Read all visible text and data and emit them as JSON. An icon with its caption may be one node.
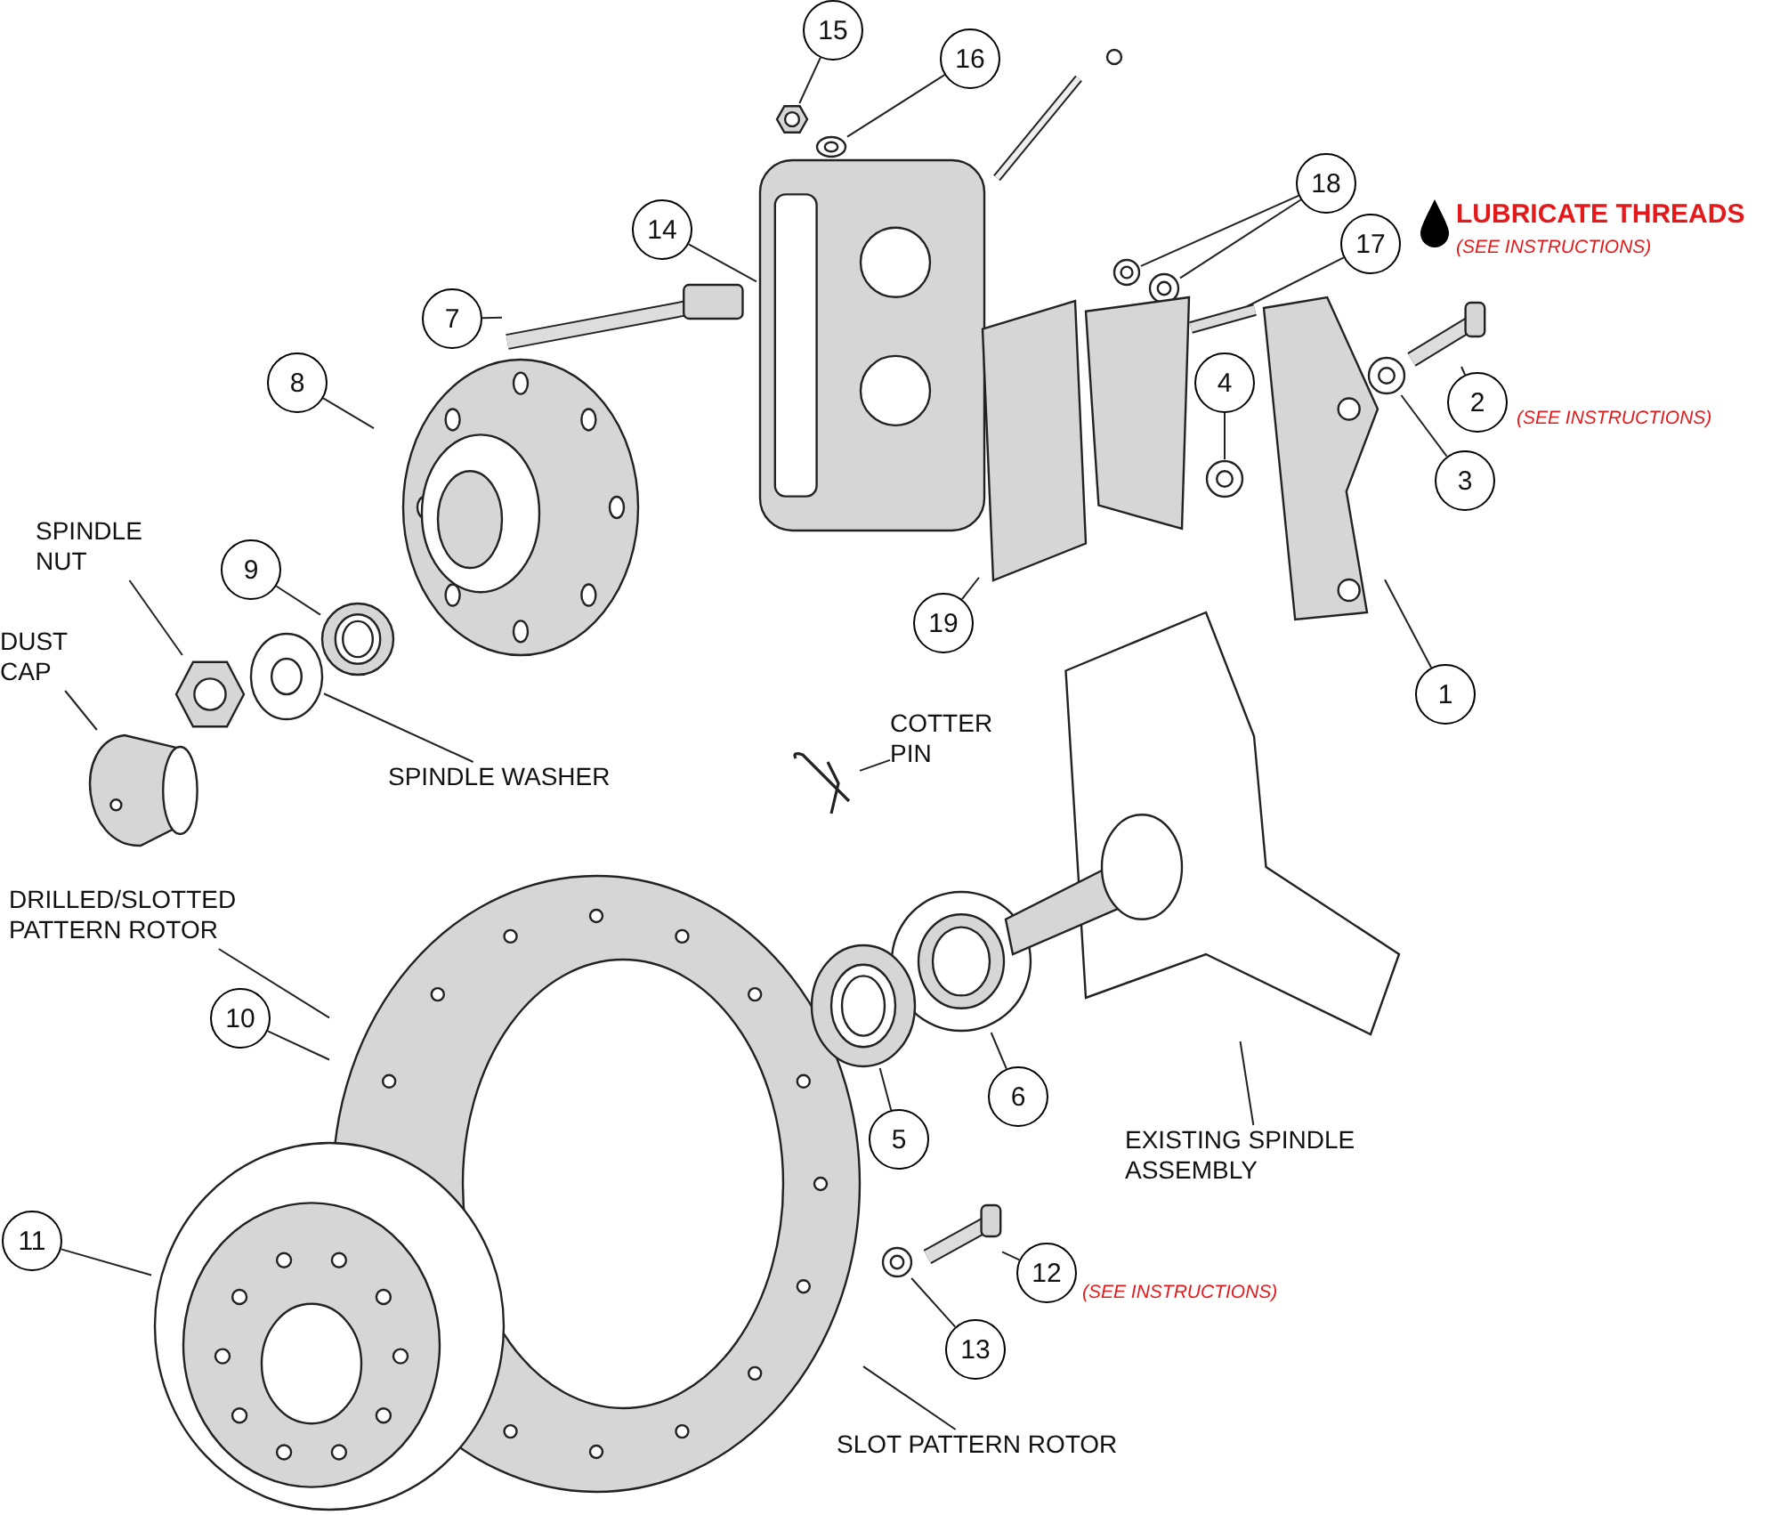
{
  "diagram": {
    "nodes": [
      {
        "text": [
          "15"
        ]
      },
      {
        "text": [
          "16"
        ]
      },
      {
        "text": [
          "14"
        ]
      },
      {
        "text": [
          "18"
        ]
      },
      {
        "text": [
          "17"
        ],
        "beside": [
          "LUBRICATE THREADS",
          "(SEE INSTRUCTIONS)"
        ]
      },
      {
        "text": [
          "7"
        ]
      },
      {
        "text": [
          "8"
        ]
      },
      {
        "text": [
          "2"
        ],
        "beside": [
          "(SEE INSTRUCTIONS)"
        ]
      },
      {
        "text": [
          "4"
        ]
      },
      {
        "text": [
          "3"
        ]
      },
      {
        "text": [
          "SPINDLE NUT"
        ]
      },
      {
        "text": [
          "9"
        ]
      },
      {
        "text": [
          "19"
        ]
      },
      {
        "text": [
          "DUST CAP"
        ]
      },
      {
        "text": [
          "1"
        ]
      },
      {
        "text": [
          "SPINDLE WASHER"
        ]
      },
      {
        "text": [
          "COTTER PIN"
        ]
      },
      {
        "text": [
          "DRILLED/SLOTTED PATTERN ROTOR"
        ]
      },
      {
        "text": [
          "10"
        ]
      },
      {
        "text": [
          "6"
        ]
      },
      {
        "text": [
          "5"
        ]
      },
      {
        "text": [
          "EXISTING SPINDLE ASSEMBLY"
        ]
      },
      {
        "text": [
          "11"
        ]
      },
      {
        "text": [
          "12"
        ],
        "beside": [
          "(SEE INSTRUCTIONS)"
        ]
      },
      {
        "text": [
          "13"
        ]
      },
      {
        "text": [
          "SLOT PATTERN ROTOR"
        ]
      },
      {
        "text": [],
        "shape": "picture"
      },
      {
        "text": [],
        "shape": "picture"
      },
      {
        "text": [],
        "shape": "picture"
      },
      {
        "text": [],
        "shape": "picture"
      },
      {
        "text": [],
        "shape": "picture"
      },
      {
        "text": [],
        "shape": "picture"
      },
      {
        "text": [],
        "shape": "picture"
      },
      {
        "text": [],
        "shape": "picture"
      },
      {
        "text": [],
        "shape": "picture"
      },
      {
        "text": [],
        "shape": "picture"
      },
      {
        "text": [],
        "shape": "picture"
      },
      {
        "text": [],
        "shape": "picture"
      },
      {
        "text": [],
        "shape": "picture"
      },
      {
        "text": [],
        "shape": "picture"
      },
      {
        "text": [],
        "shape": "picture"
      },
      {
        "text": [],
        "shape": "picture"
      },
      {
        "text": [],
        "shape": "picture"
      },
      {
        "text": [],
        "shape": "picture"
      },
      {
        "text": [],
        "shape": "picture"
      },
      {
        "text": [],
        "shape": "picture"
      },
      {
        "text": [],
        "shape": "picture"
      },
      {
        "text": [],
        "shape": "picture"
      },
      {
        "text": [],
        "shape": "picture"
      },
      {
        "text": [],
        "shape": "picture"
      },
      {
        "text": [],
        "shape": "picture"
      }
    ],
    "edges": [
      {
        "from": 0,
        "to": 26,
        "arrow": "none"
      },
      {
        "from": 1,
        "to": 27,
        "arrow": "none"
      },
      {
        "from": 2,
        "to": 28,
        "arrow": "none"
      },
      {
        "from": 3,
        "to": 29,
        "arrow": "none"
      },
      {
        "from": 3,
        "to": 30,
        "arrow": "none"
      },
      {
        "from": 4,
        "to": 31,
        "arrow": "none"
      },
      {
        "from": 5,
        "to": 32,
        "arrow": "none"
      },
      {
        "from": 6,
        "to": 33,
        "arrow": "none"
      },
      {
        "from": 7,
        "to": 34,
        "arrow": "none"
      },
      {
        "from": 8,
        "to": 35,
        "arrow": "none"
      },
      {
        "from": 9,
        "to": 36,
        "arrow": "none"
      },
      {
        "from": 10,
        "to": 37,
        "arrow": "none"
      },
      {
        "from": 11,
        "to": 38,
        "arrow": "none"
      },
      {
        "from": 12,
        "to": 39,
        "arrow": "none"
      },
      {
        "from": 13,
        "to": 40,
        "arrow": "none"
      },
      {
        "from": 14,
        "to": 41,
        "arrow": "none"
      },
      {
        "from": 15,
        "to": 42,
        "arrow": "none"
      },
      {
        "from": 16,
        "to": 43,
        "arrow": "none"
      },
      {
        "from": 17,
        "to": 44,
        "arrow": "none"
      },
      {
        "from": 18,
        "to": 44,
        "arrow": "none"
      },
      {
        "from": 19,
        "to": 45,
        "arrow": "none"
      },
      {
        "from": 20,
        "to": 46,
        "arrow": "none"
      },
      {
        "from": 21,
        "to": 47,
        "arrow": "none"
      },
      {
        "from": 22,
        "to": 48,
        "arrow": "none"
      },
      {
        "from": 23,
        "to": 49,
        "arrow": "none"
      },
      {
        "from": 24,
        "to": 50,
        "arrow": "none"
      },
      {
        "from": 25,
        "to": 44,
        "arrow": "none"
      }
    ]
  }
}
